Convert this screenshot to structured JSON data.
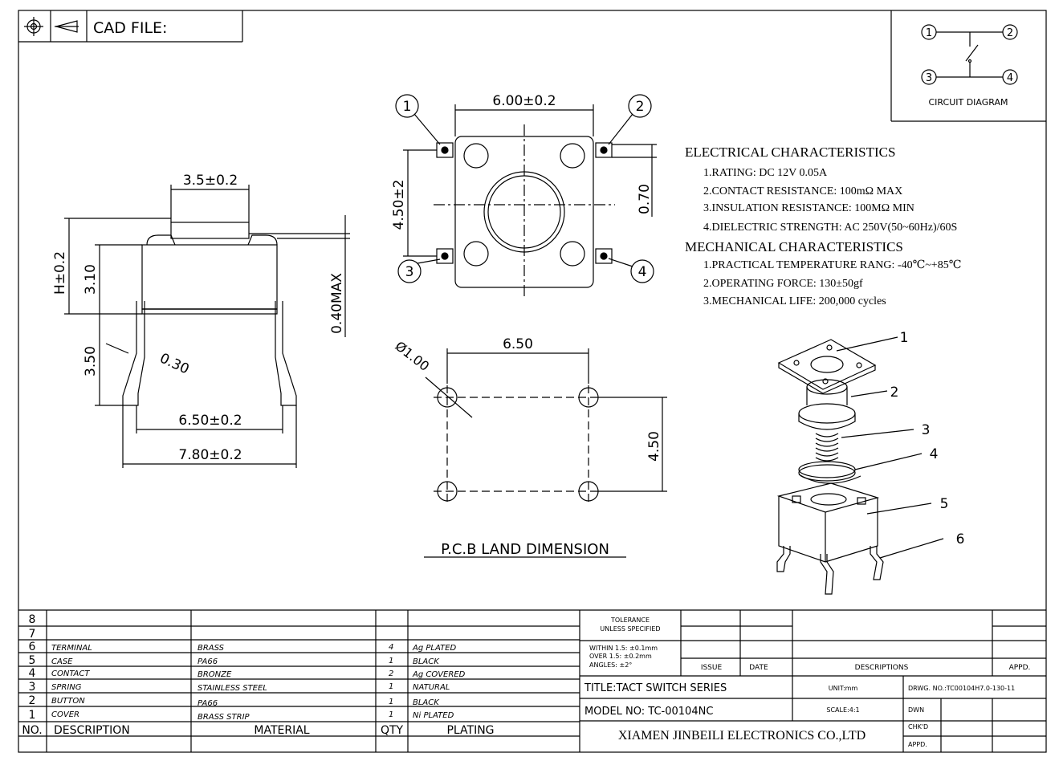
{
  "header": {
    "cad_file_label": "CAD FILE:"
  },
  "circuit": {
    "pins": [
      "1",
      "2",
      "3",
      "4"
    ],
    "label": "CIRCUIT DIAGRAM"
  },
  "side_view": {
    "dim_top": "3.5±0.2",
    "dim_h": "H±0.2",
    "dim_310": "3.10",
    "dim_350": "3.50",
    "dim_030": "0.30",
    "dim_650": "6.50±0.2",
    "dim_780": "7.80±0.2",
    "dim_040": "0.40MAX"
  },
  "top_view": {
    "dim_width": "6.00±0.2",
    "dim_height": "4.50±2",
    "dim_070": "0.70",
    "pins": [
      "1",
      "2",
      "3",
      "4"
    ]
  },
  "pcb": {
    "dia": "Ø1.00",
    "dim_650": "6.50",
    "dim_450": "4.50",
    "title": "P.C.B LAND DIMENSION"
  },
  "specs": {
    "electrical_title": "ELECTRICAL CHARACTERISTICS",
    "electrical": [
      "1.RATING: DC 12V 0.05A",
      "2.CONTACT RESISTANCE: 100mΩ MAX",
      "3.INSULATION RESISTANCE: 100MΩ MIN",
      "4.DIELECTRIC STRENGTH: AC 250V(50~60Hz)/60S"
    ],
    "mechanical_title": "MECHANICAL CHARACTERISTICS",
    "mechanical": [
      "1.PRACTICAL TEMPERATURE RANG: -40℃~+85℃",
      "2.OPERATING FORCE: 130±50gf",
      "3.MECHANICAL LIFE: 200,000 cycles"
    ]
  },
  "exploded": {
    "callouts": [
      "1",
      "2",
      "3",
      "4",
      "5",
      "6"
    ]
  },
  "bom": {
    "rows": [
      {
        "no": "8",
        "desc": "",
        "mat": "",
        "qty": "",
        "plating": ""
      },
      {
        "no": "7",
        "desc": "",
        "mat": "",
        "qty": "",
        "plating": ""
      },
      {
        "no": "6",
        "desc": "TERMINAL",
        "mat": "BRASS",
        "qty": "4",
        "plating": "Ag PLATED"
      },
      {
        "no": "5",
        "desc": "CASE",
        "mat": "PA66",
        "qty": "1",
        "plating": "BLACK"
      },
      {
        "no": "4",
        "desc": "CONTACT",
        "mat": "BRONZE",
        "qty": "2",
        "plating": "Ag COVERED"
      },
      {
        "no": "3",
        "desc": "SPRING",
        "mat": "STAINLESS STEEL",
        "qty": "1",
        "plating": "NATURAL"
      },
      {
        "no": "2",
        "desc": "BUTTON",
        "mat": "PA66",
        "qty": "1",
        "plating": "BLACK"
      },
      {
        "no": "1",
        "desc": "COVER",
        "mat": "BRASS STRIP",
        "qty": "1",
        "plating": "Ni PLATED"
      }
    ],
    "header": {
      "no": "NO.",
      "desc": "DESCRIPTION",
      "mat": "MATERIAL",
      "qty": "QTY",
      "plating": "PLATING"
    }
  },
  "title_block": {
    "tol_head1": "TOLERANCE",
    "tol_head2": "UNLESS SPECIFIED",
    "tol1": "WITHIN 1.5: ±0.1mm",
    "tol2": "OVER 1.5:  ±0.2mm",
    "tol3": "ANGLES: ±2°",
    "issue": "ISSUE",
    "date": "DATE",
    "descriptions": "DESCRIPTIONS",
    "appd": "APPD.",
    "title": "TITLE:TACT SWITCH SERIES",
    "unit": "UNIT:mm",
    "drwg": "DRWG. NO.:TC00104H7.0-130-11",
    "model": "MODEL NO: TC-00104NC",
    "scale": "SCALE:4:1",
    "dwn": "DWN",
    "company": "XIAMEN JINBEILI ELECTRONICS CO.,LTD",
    "chkd": "CHK'D",
    "appd2": "APPD."
  }
}
